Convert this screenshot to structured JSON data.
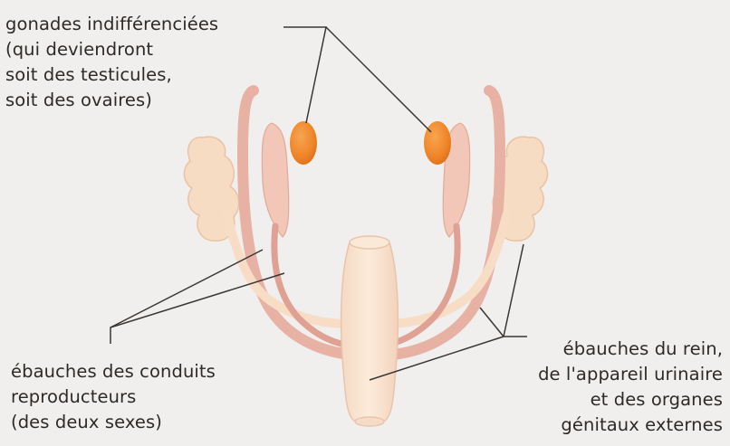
{
  "labels": {
    "gonads": {
      "lines": [
        "gonades indifférenciées",
        "(qui deviendront",
        "soit des testicules,",
        "soit des ovaires)"
      ]
    },
    "ducts": {
      "lines": [
        "ébauches des conduits",
        "reproducteurs",
        "(des deux sexes)"
      ]
    },
    "kidney": {
      "lines": [
        "ébauches du rein,",
        "de l'appareil urinaire",
        "et des organes",
        "génitaux externes"
      ]
    }
  },
  "colors": {
    "background": "#f1efed",
    "gonad": "#f08a2a",
    "duct": "#e4b3a6",
    "urinary": "#f7dcc4",
    "line": "#3a3634"
  }
}
